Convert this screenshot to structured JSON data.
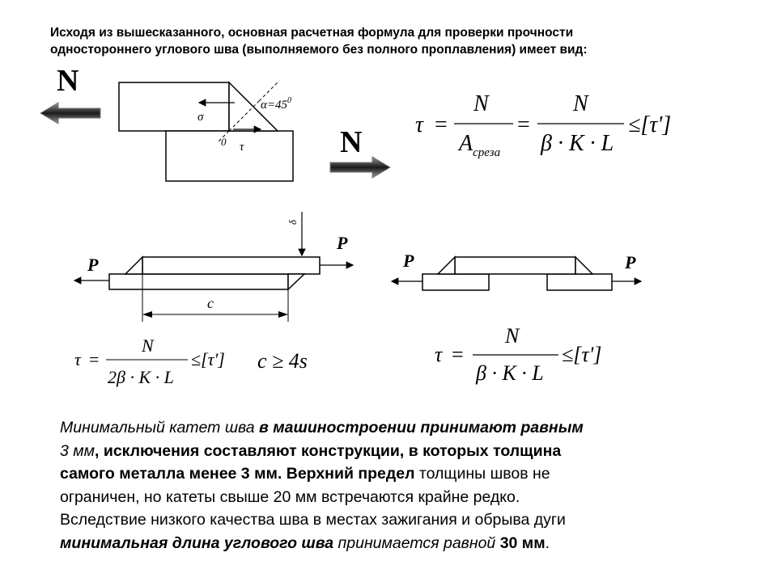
{
  "intro": {
    "line1": "Исходя из вышесказанного, основная расчетная формула для проверки прочности",
    "line2": "одностороннего углового шва (выполняемого без полного проплавления)  имеет вид:"
  },
  "diagram_top": {
    "force_left": "N",
    "force_right": "N",
    "sigma": "σ",
    "tau": "τ",
    "origin": "0",
    "angle": "α=45",
    "angle_sup": "0"
  },
  "formula_top": {
    "lhs": "τ",
    "eq": "=",
    "num1": "N",
    "den1": "A",
    "den1_sub": "среза",
    "num2": "N",
    "den2": "β · K · L",
    "rhs": "≤[τ']"
  },
  "diagram_lap": {
    "force_left": "P",
    "force_right": "P",
    "thickness": "δ",
    "dimension": "c"
  },
  "diagram_butt": {
    "force_left": "P",
    "force_right": "P"
  },
  "formula_lap": {
    "lhs": "τ",
    "eq": "=",
    "num": "N",
    "den": "2β · K · L",
    "rhs": "≤[τ']",
    "condition": "c ≥ 4s"
  },
  "formula_butt": {
    "lhs": "τ",
    "eq": "=",
    "num": "N",
    "den": "β · K · L",
    "rhs": "≤[τ']"
  },
  "body": {
    "p1": "Минимальный катет шва ",
    "p2": "в машиностроении принимают равным",
    "p3": "3 мм",
    "p4": ", исключения составляют конструкции, в которых толщина",
    "p5": "самого металла менее 3 мм. Верхний предел",
    "p6": " толщины швов не",
    "p7": "ограничен, но катеты свыше 20 мм встречаются крайне редко.",
    "p8": "Вследствие низкого качества шва в местах зажигания и обрыва дуги",
    "p9": "минимальная длина углового шва",
    "p10": " принимается равной ",
    "p11": "30 мм",
    "p12": "."
  }
}
